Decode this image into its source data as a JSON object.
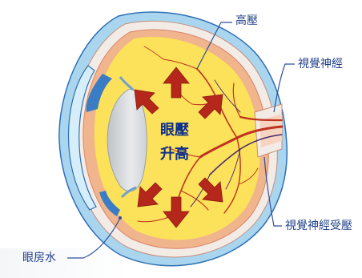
{
  "labels": {
    "high_pressure": "高壓",
    "optic_nerve": "視覺神經",
    "optic_nerve_compressed": "視覺神經受壓",
    "aqueous_humor": "眼房水"
  },
  "center_text": {
    "line1": "眼壓",
    "line2": "升高"
  }
}
